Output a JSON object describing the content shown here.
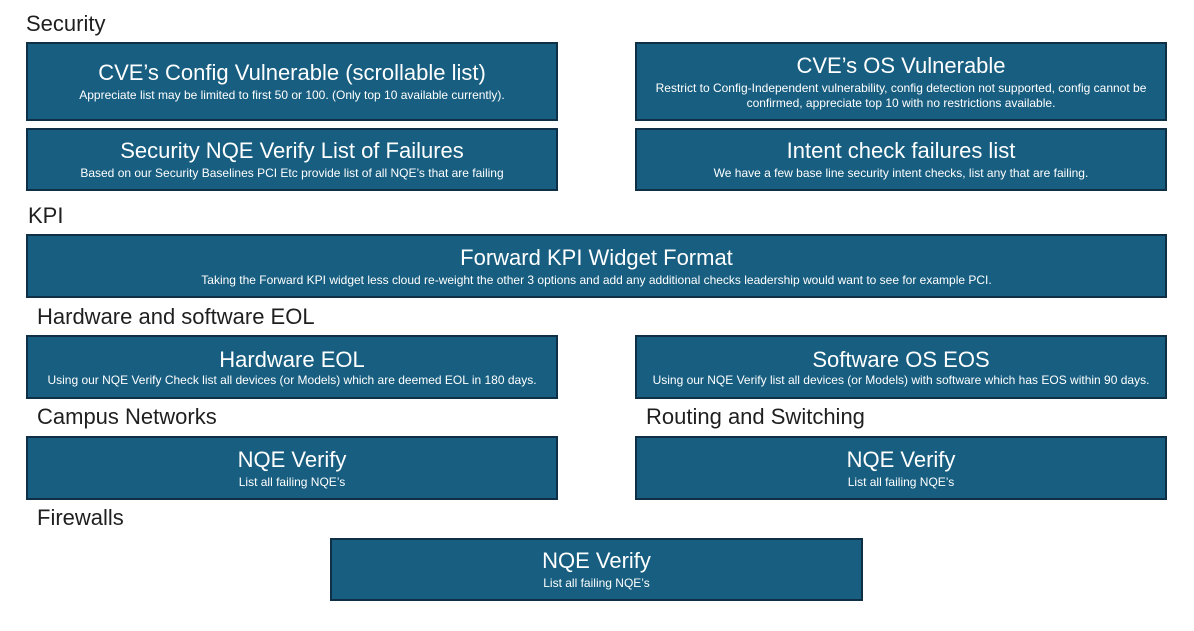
{
  "sections": {
    "security": "Security",
    "kpi": "KPI",
    "eol": "Hardware and software EOL",
    "campus": "Campus Networks",
    "routing": "Routing and Switching",
    "firewalls": "Firewalls"
  },
  "boxes": {
    "cve_config": {
      "title": "CVE’s Config Vulnerable (scrollable list)",
      "desc": "Appreciate list may be limited to first 50 or 100. (Only top 10 available currently)."
    },
    "cve_os": {
      "title": "CVE’s OS Vulnerable",
      "desc": "Restrict to Config-Independent vulnerability, config detection not supported, config cannot be confirmed, appreciate top 10 with no restrictions available."
    },
    "security_nqe": {
      "title": "Security NQE Verify List of Failures",
      "desc": "Based on our Security Baselines PCI Etc provide list of all NQE’s that are failing"
    },
    "intent_check": {
      "title": "Intent check failures list",
      "desc": "We have a few base line security intent checks, list any that are failing."
    },
    "kpi_widget": {
      "title": "Forward KPI Widget Format",
      "desc": "Taking the Forward KPI widget less cloud re-weight the other 3 options and add any additional checks leadership would want to see for example PCI."
    },
    "hardware_eol": {
      "title": "Hardware EOL",
      "desc": "Using our NQE Verify Check list all devices (or Models) which are deemed EOL in 180 days."
    },
    "software_eos": {
      "title": "Software OS EOS",
      "desc": "Using our NQE Verify list all devices (or Models) with software which has EOS within 90 days."
    },
    "campus_nqe": {
      "title": "NQE Verify",
      "desc": "List all failing NQE’s"
    },
    "routing_nqe": {
      "title": "NQE Verify",
      "desc": "List all failing NQE’s"
    },
    "firewall_nqe": {
      "title": "NQE Verify",
      "desc": "List all failing NQE’s"
    }
  },
  "colors": {
    "box_fill": "#175e80",
    "box_border": "#0f2f47",
    "box_text": "#ffffff",
    "label_text": "#1f1f1f"
  }
}
